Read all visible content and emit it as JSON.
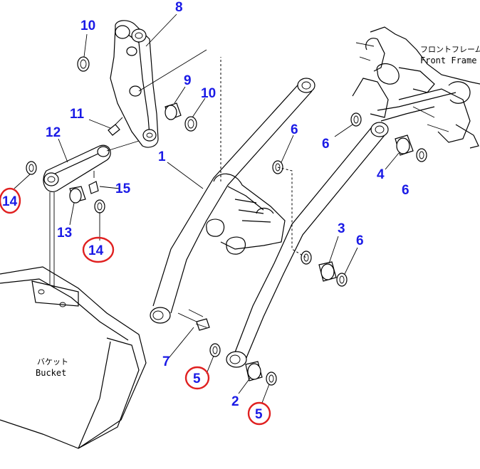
{
  "callouts": {
    "c1": "1",
    "c2": "2",
    "c3": "3",
    "c4": "4",
    "c5a": "5",
    "c5b": "5",
    "c6a": "6",
    "c6b": "6",
    "c6c": "6",
    "c6d": "6",
    "c7": "7",
    "c8": "8",
    "c9": "9",
    "c10a": "10",
    "c10b": "10",
    "c11": "11",
    "c12": "12",
    "c13": "13",
    "c14a": "14",
    "c14b": "14",
    "c15": "15"
  },
  "labels": {
    "front_frame_jp": "フロントフレーム",
    "front_frame_en": "Front Frame",
    "bucket_jp": "バケット",
    "bucket_en": "Bucket"
  },
  "colors": {
    "callout_text": "#1a1ae6",
    "highlight_ring": "#e02020",
    "line_art": "#000000"
  }
}
